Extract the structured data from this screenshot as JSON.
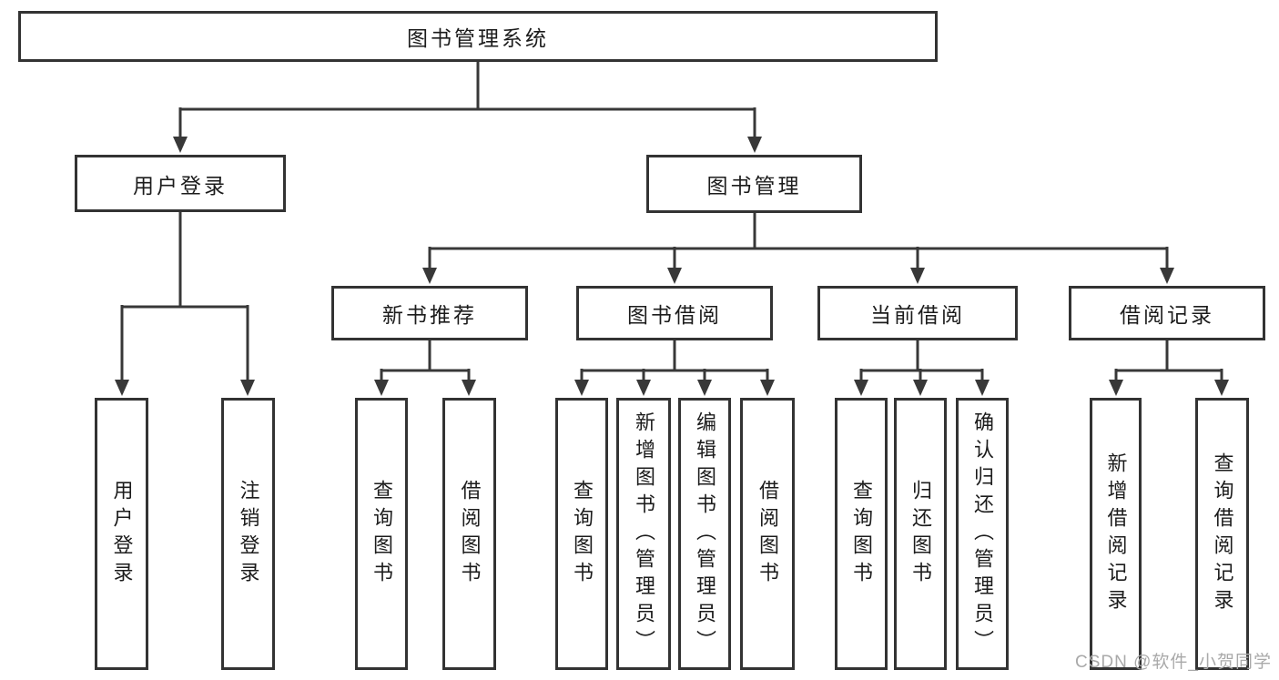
{
  "diagram": {
    "root": {
      "label": "图书管理系统"
    },
    "branches": [
      {
        "label": "用户登录",
        "leaves": [
          {
            "label": "用户登录"
          },
          {
            "label": "注销登录"
          }
        ]
      },
      {
        "label": "图书管理",
        "children": [
          {
            "label": "新书推荐",
            "leaves": [
              {
                "label": "查询图书"
              },
              {
                "label": "借阅图书"
              }
            ]
          },
          {
            "label": "图书借阅",
            "leaves": [
              {
                "label": "查询图书"
              },
              {
                "label": "新增图书（管理员）"
              },
              {
                "label": "编辑图书（管理员）"
              },
              {
                "label": "借阅图书"
              }
            ]
          },
          {
            "label": "当前借阅",
            "leaves": [
              {
                "label": "查询图书"
              },
              {
                "label": "归还图书"
              },
              {
                "label": "确认归还（管理员）"
              }
            ]
          },
          {
            "label": "借阅记录",
            "leaves": [
              {
                "label": "新增借阅记录"
              },
              {
                "label": "查询借阅记录"
              }
            ]
          }
        ]
      }
    ]
  },
  "watermark": {
    "text": "CSDN @软件_小贺同学"
  },
  "colors": {
    "line": "#383838",
    "box_border": "#333333",
    "text": "#1c1c1c",
    "watermark": "#a9a9a9",
    "background": "#ffffff"
  }
}
